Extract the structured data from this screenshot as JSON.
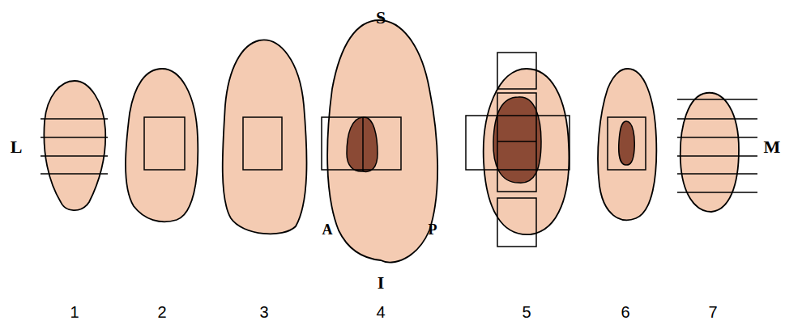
{
  "diagram": {
    "labels": [
      "S",
      "L",
      "M",
      "A",
      "P",
      "I",
      "1",
      "2",
      "3",
      "4",
      "5",
      "6",
      "7"
    ]
  }
}
